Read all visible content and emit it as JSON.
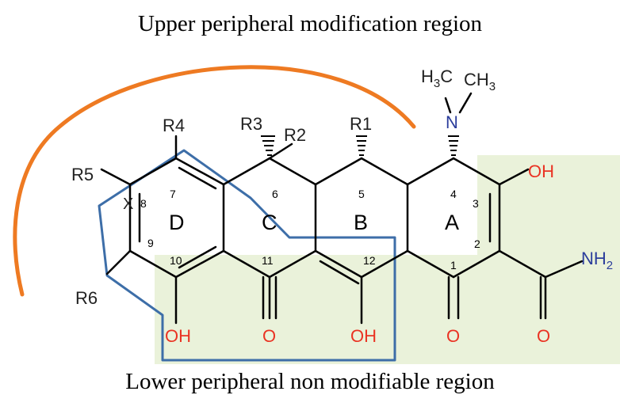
{
  "header": {
    "title": "Upper peripheral modification region"
  },
  "footer": {
    "title": "Lower peripheral non modifiable region"
  },
  "colors": {
    "modifiable_arc": "#ee7a22",
    "variable_region_outline": "#3d6ea8",
    "nonmodifiable_region_fill": "#eaf2da",
    "bond": "#000000",
    "oxygen": "#ea3323",
    "nitrogen": "#2c3e9c"
  },
  "substituents": {
    "r1": "R1",
    "r2": "R2",
    "r3": "R3",
    "r4": "R4",
    "r5": "R5",
    "r6": "R6",
    "x": "X"
  },
  "rings": {
    "a": "A",
    "b": "B",
    "c": "C",
    "d": "D"
  },
  "locants": [
    "1",
    "2",
    "3",
    "4",
    "5",
    "6",
    "7",
    "8",
    "9",
    "10",
    "11",
    "12"
  ],
  "atoms": {
    "methyl_left": "H",
    "methyl_left_sub": "3",
    "methyl_left_c": "C",
    "methyl_right": "CH",
    "methyl_right_sub": "3",
    "nitrogen": "N",
    "hydroxyl": "OH",
    "oxygen": "O",
    "amide_n": "NH",
    "amide_sub": "2"
  }
}
